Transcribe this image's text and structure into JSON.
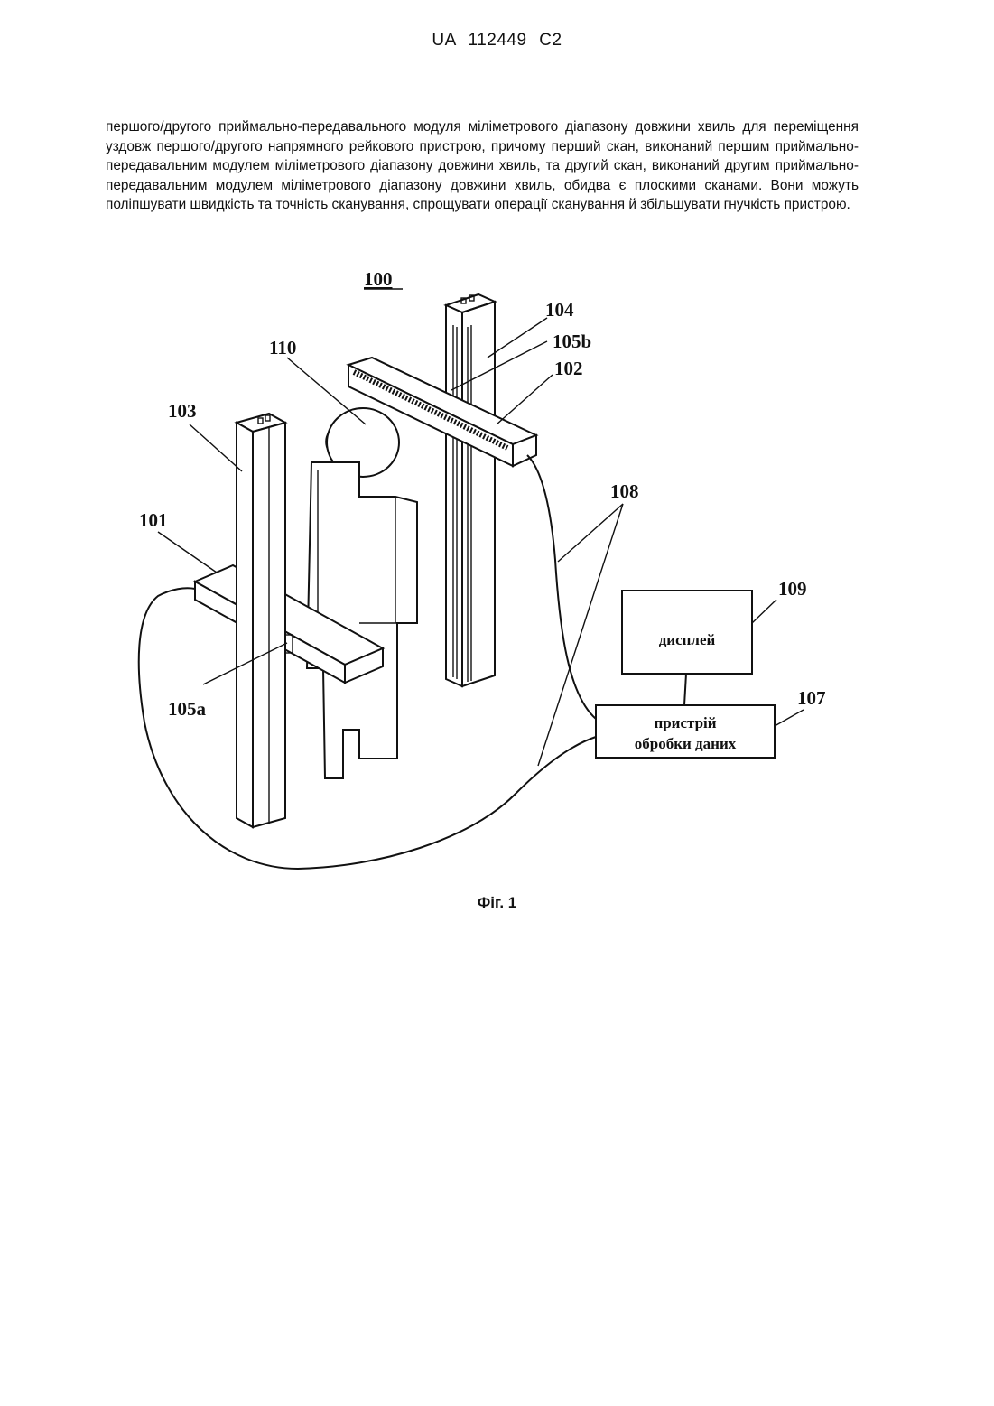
{
  "header": {
    "patent_number": "UA   112449   C2"
  },
  "body": {
    "paragraph": "першого/другого приймально-передавального модуля міліметрового діапазону довжини хвиль для переміщення уздовж першого/другого напрямного рейкового пристрою, причому перший скан, виконаний першим приймально-передавальним модулем міліметрового діапазону довжини хвиль, та другий скан, виконаний другим приймально-передавальним модулем міліметрового діапазону довжини хвиль, обидва є плоскими сканами. Вони можуть поліпшувати швидкість та точність сканування, спрощувати операції сканування й збільшувати гнучкість пристрою."
  },
  "figure": {
    "labels": {
      "l100": "100",
      "l104": "104",
      "l105b": "105b",
      "l102": "102",
      "l110": "110",
      "l103": "103",
      "l108": "108",
      "l101": "101",
      "l109": "109",
      "l105a": "105a",
      "l107": "107"
    },
    "display_box": "дисплей",
    "processor_box_line1": "пристрій",
    "processor_box_line2": "обробки даних",
    "caption": "Фіг. 1"
  }
}
